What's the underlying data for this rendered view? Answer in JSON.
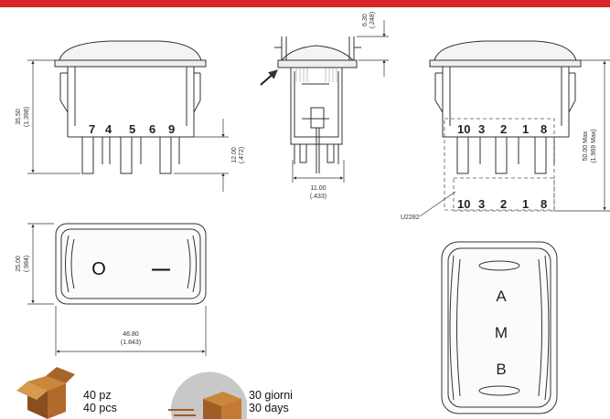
{
  "header": {
    "accent_color": "#d8232a"
  },
  "side_view_1": {
    "pin_labels": [
      "7",
      "4",
      "5",
      "6",
      "9"
    ],
    "height_dim": {
      "mm": "35.50",
      "in": "(1.398)"
    },
    "pin_dim": {
      "mm": "12.00",
      "in": "(.472)"
    }
  },
  "front_view": {
    "top_dim": {
      "mm": "6.30",
      "in": "(.248)"
    },
    "bottom_dim": {
      "mm": "11.00",
      "in": "(.433)"
    }
  },
  "side_view_2": {
    "pin_labels": [
      "10",
      "3",
      "2",
      "1",
      "8"
    ],
    "ghost_pin_labels": [
      "10",
      "3",
      "2",
      "1",
      "8"
    ],
    "height_dim": {
      "mm": "50.00 Max",
      "in": "(1.969 Max)"
    },
    "callout": "U2282"
  },
  "top_view": {
    "symbols": [
      "O",
      "—"
    ],
    "height_dim": {
      "mm": "25.00",
      "in": "(.984)"
    },
    "width_dim": {
      "mm": "46.80",
      "in": "(1.843)"
    }
  },
  "rocker_face": {
    "letters": [
      "A",
      "M",
      "B"
    ]
  },
  "packaging": {
    "line1": "40 pz",
    "line2": "40 pcs",
    "icon": "box-icon"
  },
  "delivery": {
    "line1": "30 giorni",
    "line2": "30 days",
    "icon": "delivery-truck-icon"
  }
}
